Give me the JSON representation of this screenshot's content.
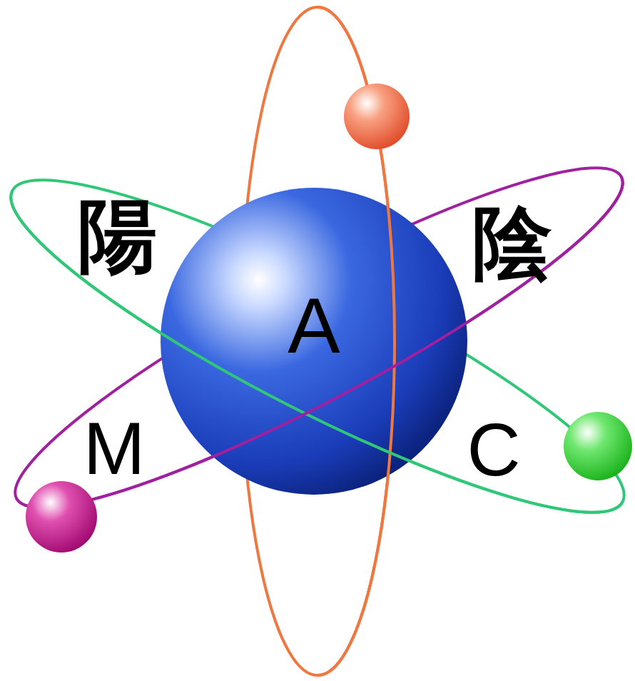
{
  "diagram": {
    "nodes": [
      {
        "text": [
          "A"
        ]
      }
    ],
    "labels": [
      "陽",
      "陰",
      "M",
      "C"
    ]
  }
}
